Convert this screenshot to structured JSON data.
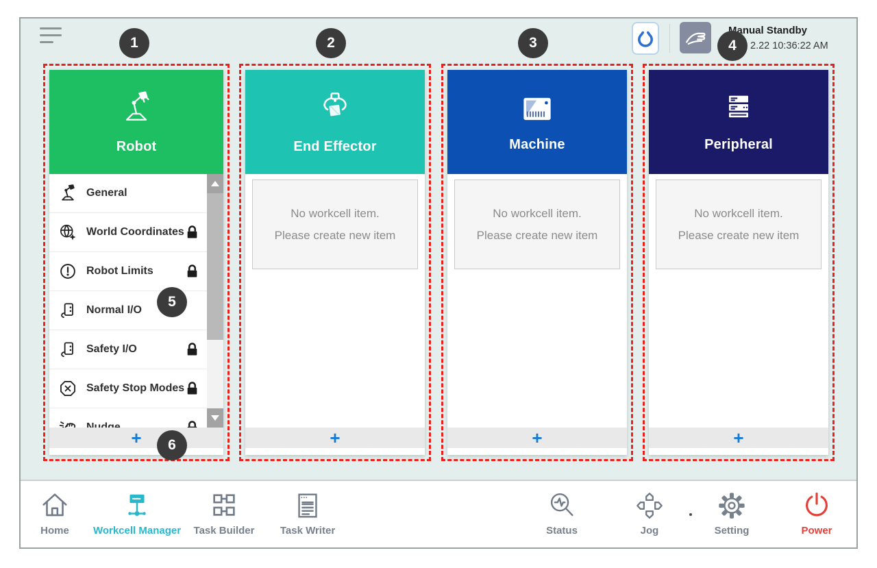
{
  "top_bar": {
    "menu_icon": "hamburger-menu-icon",
    "gripper_button_icon": "gripper-icon",
    "hand_button_icon": "manual-hand-icon",
    "mode_title": "Manual Standby",
    "datetime": "2.22 10:36:22 AM"
  },
  "callouts": [
    "1",
    "2",
    "3",
    "4",
    "5",
    "6"
  ],
  "columns": [
    {
      "label": "Robot",
      "color": "#1ebf63",
      "icon": "robot-arm-icon"
    },
    {
      "label": "End Effector",
      "color": "#1fc3b2",
      "icon": "gripper-tool-icon"
    },
    {
      "label": "Machine",
      "color": "#0c50b4",
      "icon": "machine-panel-icon"
    },
    {
      "label": "Peripheral",
      "color": "#1a1a68",
      "icon": "server-stack-icon"
    }
  ],
  "robot": {
    "items": [
      {
        "label": "General",
        "locked": false,
        "icon": "robot-arm-icon"
      },
      {
        "label": "World Coordinates",
        "locked": true,
        "icon": "world-globe-icon"
      },
      {
        "label": "Robot Limits",
        "locked": true,
        "icon": "exclamation-circle-icon"
      },
      {
        "label": "Normal I/O",
        "locked": false,
        "icon": "io-board-icon"
      },
      {
        "label": "Safety I/O",
        "locked": true,
        "icon": "io-board-icon"
      },
      {
        "label": "Safety Stop Modes",
        "locked": true,
        "icon": "stop-octagon-icon"
      },
      {
        "label": "Nudge",
        "locked": true,
        "icon": "nudge-hand-icon"
      }
    ]
  },
  "empty_state": {
    "line1": "No workcell item.",
    "line2": "Please create new item"
  },
  "add_button_label": "+",
  "nav": {
    "items": [
      {
        "label": "Home",
        "icon": "home-icon"
      },
      {
        "label": "Workcell Manager",
        "icon": "workcell-manager-icon",
        "active": true
      },
      {
        "label": "Task Builder",
        "icon": "task-builder-icon"
      },
      {
        "label": "Task Writer",
        "icon": "task-writer-icon"
      },
      {
        "label": "Status",
        "icon": "status-magnifier-icon"
      },
      {
        "label": "Jog",
        "icon": "jog-dpad-icon"
      },
      {
        "label": "Setting",
        "icon": "gear-icon"
      },
      {
        "label": "Power",
        "icon": "power-icon"
      }
    ]
  },
  "colors": {
    "dashed_outline": "#e9201c",
    "callout_bg": "#3b3b3b",
    "nav_active": "#29b7cc",
    "power_red": "#e24039",
    "plus_blue": "#187bd1",
    "background_mint": "#e4efed"
  }
}
